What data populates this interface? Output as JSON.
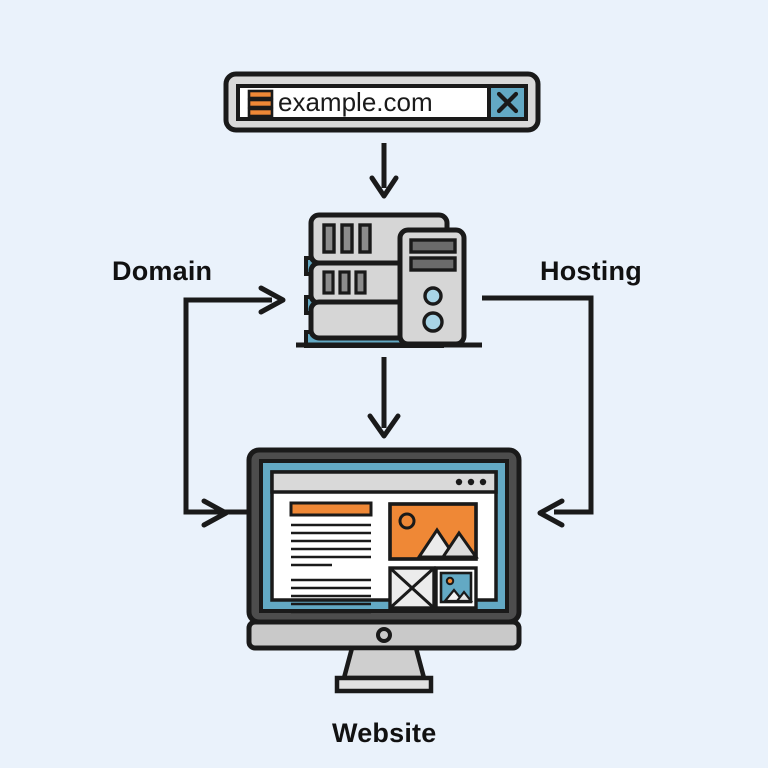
{
  "page": {
    "background_color": "#eaf2fb",
    "title": "Domain, Hosting and Website diagram"
  },
  "palette": {
    "background": "#eaf2fb",
    "outline": "#1a1a1a",
    "gray_light": "#d9d9d9",
    "gray_mid": "#c9c9c9",
    "gray_dark": "#4d4d4d",
    "blue_accent": "#63a9c4",
    "blue_light": "#a8d4e6",
    "orange": "#ef8836",
    "white": "#ffffff"
  },
  "address_bar": {
    "name": "browser-address-bar",
    "url_text": "example.com",
    "menu_icon": "hamburger-icon",
    "close_icon": "close-icon",
    "close_button_color": "#63a9c4",
    "menu_bar_color": "#ef8836",
    "menu_bar_count": 3
  },
  "server": {
    "name": "server-stack",
    "rack_units": 3,
    "rack_slot_counts": [
      3,
      3,
      0
    ],
    "band_color": "#63a9c4",
    "tower": {
      "name": "server-tower",
      "slot_count": 2,
      "button_count": 2,
      "button_color": "#a8d4e6"
    }
  },
  "monitor": {
    "name": "desktop-monitor",
    "bezel_color": "#4d4d4d",
    "screen_border_color": "#63a9c4",
    "browser_window": {
      "dot_count": 3,
      "titlebar_color": "#d9d9d9"
    },
    "content": {
      "heading_bar_color": "#ef8836",
      "text_lines_top": 5,
      "text_lines_bottom": 5,
      "hero_image": {
        "name": "hero-image-placeholder",
        "background": "#ef8836",
        "sun": true,
        "mountains": 2
      },
      "tiles": [
        {
          "name": "broken-image-tile",
          "type": "crossed-box"
        },
        {
          "name": "thumbnail-image-tile",
          "type": "image",
          "background": "#63a9c4",
          "sun": true
        }
      ]
    },
    "stand": {
      "name": "monitor-stand",
      "power_indicator": true
    }
  },
  "labels": {
    "domain": "Domain",
    "hosting": "Hosting",
    "website": "Website"
  },
  "connectors": [
    {
      "name": "arrow-addressbar-to-server",
      "direction": "down"
    },
    {
      "name": "arrow-server-to-monitor",
      "direction": "down"
    },
    {
      "name": "connector-domain-to-server",
      "direction": "right"
    },
    {
      "name": "connector-domain-to-website",
      "direction": "right"
    },
    {
      "name": "connector-hosting-from-server",
      "direction": "left"
    }
  ]
}
